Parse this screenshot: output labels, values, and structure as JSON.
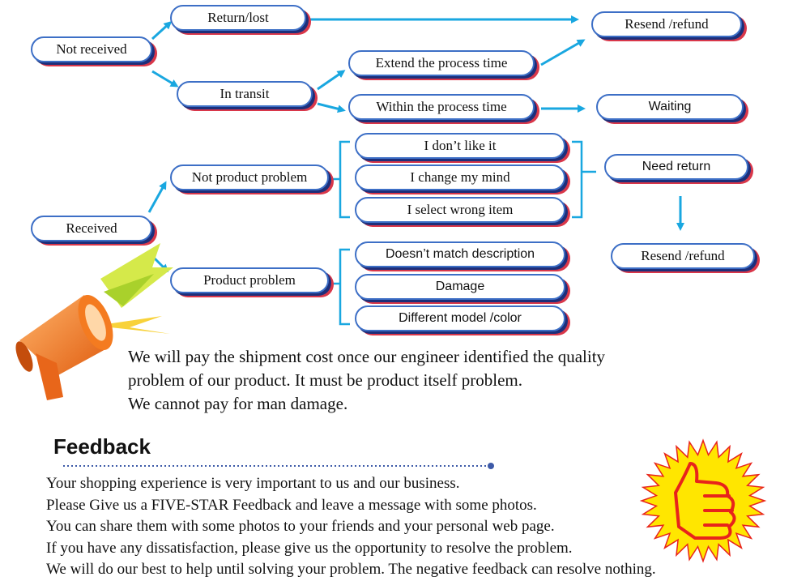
{
  "nodes": {
    "not_received": "Not received",
    "return_lost": "Return/lost",
    "resend_refund_top": "Resend /refund",
    "in_transit": "In transit",
    "extend_process_time": "Extend  the process time",
    "within_process_time": "Within  the process time",
    "waiting": "Waiting",
    "received": "Received",
    "not_product_problem": "Not product problem",
    "dont_like_it": "I don’t like it",
    "change_my_mind": "I change my mind",
    "select_wrong_item": "I select wrong item",
    "need_return": "Need return",
    "resend_refund_bottom": "Resend /refund",
    "product_problem": "Product problem",
    "doesnt_match_description": "Doesn’t match description",
    "damage": "Damage",
    "different_model_color": "Different model /color"
  },
  "notice": {
    "line1": "We will pay the shipment cost once our engineer identified the quality",
    "line2": "problem of our product. It must be product itself problem.",
    "line3": "We cannot pay for man damage."
  },
  "feedback": {
    "title": "Feedback",
    "lines": [
      "Your shopping experience is very important to us and our business.",
      "Please Give us a FIVE-STAR Feedback and leave a message with some photos.",
      "You can share them with some photos to your friends and your personal web page.",
      "If you have any dissatisfaction, please give us the opportunity to resolve the problem.",
      "We will  do our best to help until solving your problem. The negative feedback can resolve nothing."
    ]
  },
  "colors": {
    "arrow": "#19a7e0",
    "pill_border": "#3d6fc6",
    "pill_shadow_dark": "#1d2f7a",
    "pill_shadow_red": "#d9374a",
    "megaphone": "#f47b20",
    "badge_yellow": "#ffe600",
    "badge_red": "#e8231b",
    "divider": "#3d5aa8"
  }
}
